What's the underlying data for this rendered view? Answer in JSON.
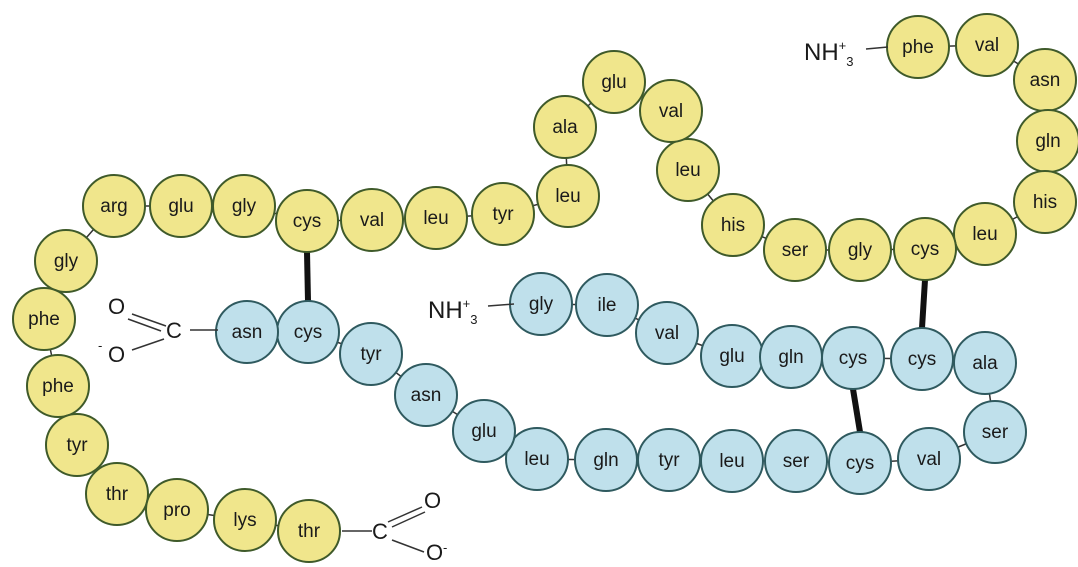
{
  "colors": {
    "chain_a_fill": "#f0e68c",
    "chain_a_stroke": "#3f5a2a",
    "chain_b_fill": "#bfe0eb",
    "chain_b_stroke": "#2f5a5f",
    "bond": "#111111",
    "connector": "#333333"
  },
  "chain_a": {
    "n_terminus": {
      "main": "NH",
      "sup": "+",
      "sub": "3"
    },
    "residues": [
      "phe",
      "val",
      "asn",
      "gln",
      "his",
      "leu",
      "cys",
      "gly",
      "ser",
      "his",
      "leu",
      "val",
      "glu",
      "ala",
      "leu",
      "tyr",
      "leu",
      "val",
      "cys",
      "gly",
      "glu",
      "arg",
      "gly",
      "phe",
      "phe",
      "tyr",
      "thr",
      "pro",
      "lys",
      "thr"
    ],
    "c_terminus": {
      "c": "C",
      "o": "O",
      "o_minus": "O",
      "minus_sign": "-"
    }
  },
  "chain_b": {
    "n_terminus": {
      "main": "NH",
      "sup": "+",
      "sub": "3"
    },
    "residues": [
      "gly",
      "ile",
      "val",
      "glu",
      "gln",
      "cys",
      "cys",
      "ala",
      "ser",
      "val",
      "cys",
      "ser",
      "leu",
      "tyr",
      "gln",
      "leu",
      "glu",
      "asn",
      "tyr",
      "cys",
      "asn"
    ],
    "c_terminus": {
      "c": "C",
      "o": "O",
      "o_minus": "O",
      "minus_sign": "-"
    }
  },
  "disulfide_bonds": [
    {
      "from": "chain_a.cys.19",
      "to": "chain_b.cys.20"
    },
    {
      "from": "chain_a.cys.7",
      "to": "chain_b.cys.7"
    },
    {
      "from": "chain_b.cys.6",
      "to": "chain_b.cys.11"
    }
  ]
}
